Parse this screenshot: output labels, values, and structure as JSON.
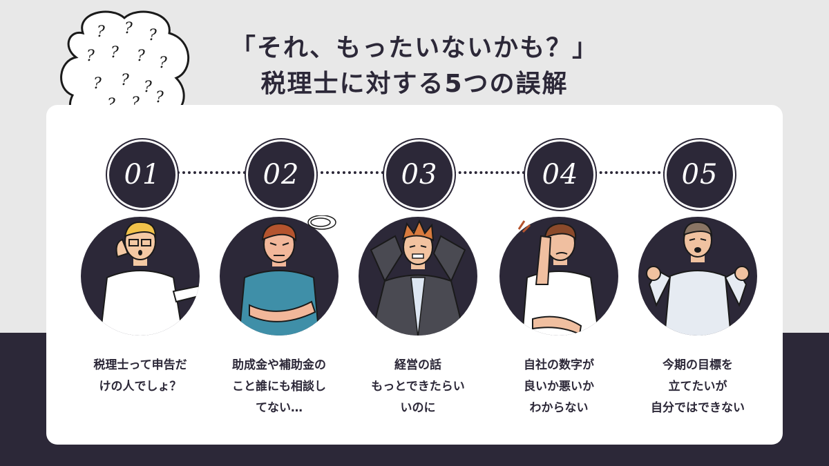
{
  "title": {
    "line1": "「それ、もったいないかも？」",
    "line2": "税理士に対する5つの誤解"
  },
  "items": [
    {
      "number": "01",
      "lines": [
        "税理士って申告だ",
        "けの人でしょ？"
      ]
    },
    {
      "number": "02",
      "lines": [
        "助成金や補助金の",
        "こと誰にも相談し",
        "てない…"
      ]
    },
    {
      "number": "03",
      "lines": [
        "経営の話",
        "もっとできたらい",
        "いのに"
      ]
    },
    {
      "number": "04",
      "lines": [
        "自社の数字が",
        "良いか悪いか",
        "わからない"
      ]
    },
    {
      "number": "05",
      "lines": [
        "今期の目標を",
        "立てたいが",
        "自分ではできない"
      ]
    }
  ],
  "colors": {
    "dark": "#2c2838",
    "light_bg": "#e8e8e8",
    "card": "#ffffff"
  },
  "icons": [
    "question-cloud-icon",
    "confused-man-icon",
    "annoyed-man-icon",
    "stressed-man-icon",
    "worried-man-icon",
    "frustrated-man-icon"
  ]
}
